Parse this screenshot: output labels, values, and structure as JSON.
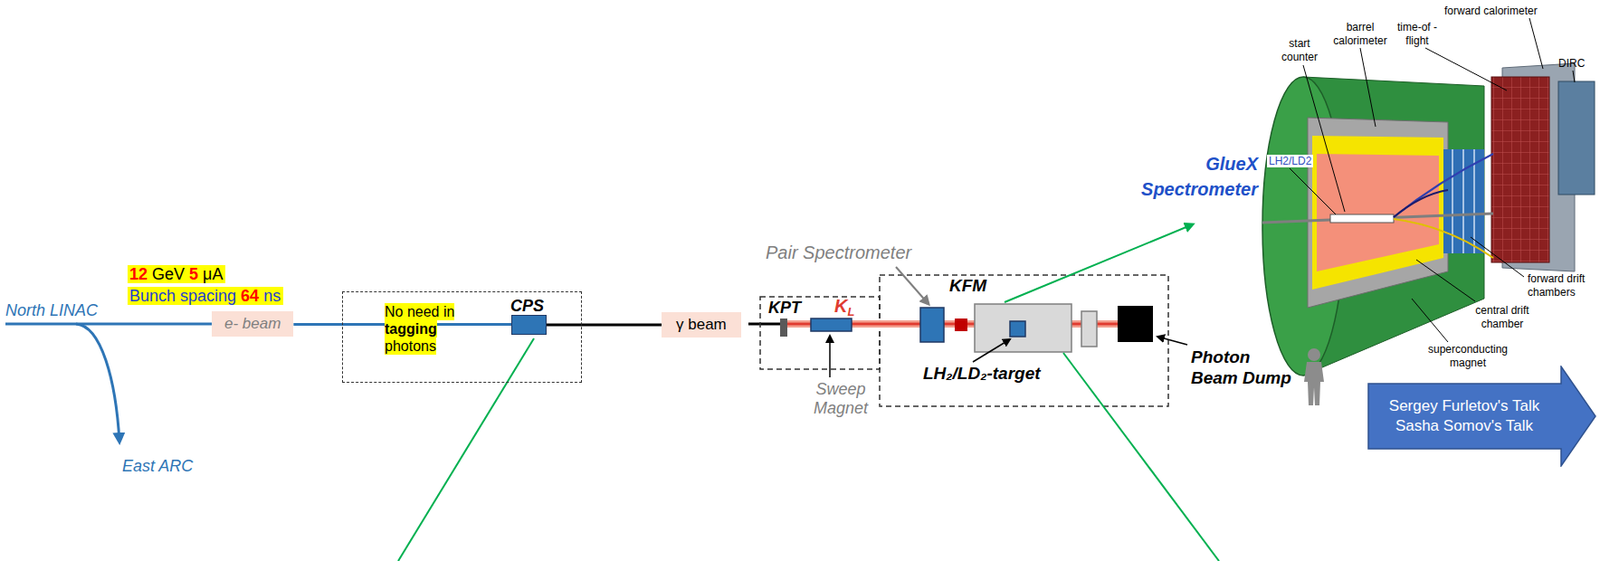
{
  "diagram": {
    "nodes": [
      {
        "text": [
          "e- beam"
        ]
      },
      {
        "text": [
          "No need in",
          "tagging",
          "photons"
        ]
      },
      {
        "text": [
          "CPS"
        ],
        "in": 1
      },
      {
        "text": [
          "γ beam"
        ]
      },
      {
        "text": [
          "Sergey Furletov's Talk",
          "Sasha Somov's Talk"
        ]
      }
    ],
    "edges": [
      {
        "from": 0,
        "to": 2,
        "arrow": "none"
      },
      {
        "from": 2,
        "to": 3,
        "arrow": "none"
      }
    ],
    "labels": [
      "12",
      "GeV",
      "5",
      "μA",
      "Bunch spacing",
      "64",
      "ns",
      "North LINAC",
      "East ARC",
      "KPT",
      "K",
      "L",
      "Sweep Magnet",
      "Pair Spectrometer",
      "KFM",
      "LH₂/LD₂-target",
      "Photon Beam Dump",
      "GlueX Spectrometer",
      "LH2/LD2",
      "start counter",
      "barrel calorimeter",
      "time-of -flight",
      "forward calorimeter",
      "DIRC",
      "forward drift chambers",
      "central drift chamber",
      "superconducting magnet"
    ]
  }
}
